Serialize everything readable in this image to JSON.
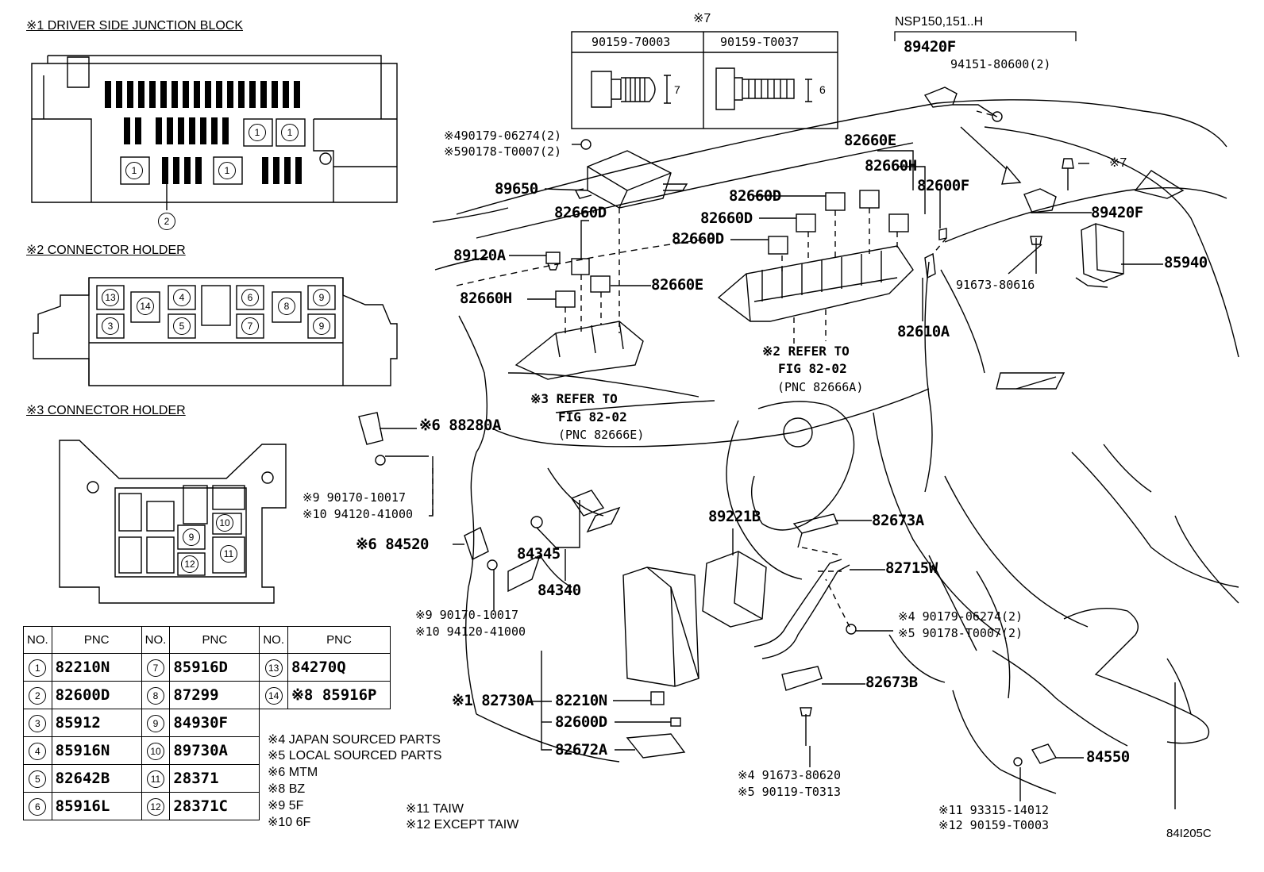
{
  "sections": {
    "s1": "※1 DRIVER SIDE JUNCTION BLOCK",
    "s2": "※2 CONNECTOR HOLDER",
    "s3": "※3 CONNECTOR HOLDER",
    "s7": "※7"
  },
  "bolt_table": {
    "col1": "90159-70003",
    "col2": "90159-T0037",
    "dim1": "7",
    "dim2": "6"
  },
  "markers": {
    "m1": "1",
    "m2": "2",
    "m3": "3",
    "m4": "4",
    "m5": "5",
    "m6": "6",
    "m7": "7",
    "m8": "8",
    "m9": "9",
    "m10": "10",
    "m11": "11",
    "m12": "12",
    "m13": "13",
    "m14": "14"
  },
  "pnc_table": {
    "no_header": "NO.",
    "pnc_header": "PNC",
    "rows": [
      [
        "1",
        "82210N",
        "7",
        "85916D",
        "13",
        "84270Q"
      ],
      [
        "2",
        "82600D",
        "8",
        "87299",
        "14",
        "※8 85916P"
      ],
      [
        "3",
        "85912",
        "9",
        "84930F",
        "",
        ""
      ],
      [
        "4",
        "85916N",
        "10",
        "89730A",
        "",
        ""
      ],
      [
        "5",
        "82642B",
        "11",
        "28371",
        "",
        ""
      ],
      [
        "6",
        "85916L",
        "12",
        "28371C",
        "",
        ""
      ]
    ]
  },
  "notes": {
    "n4": "※4 JAPAN SOURCED PARTS",
    "n5": "※5 LOCAL SOURCED PARTS",
    "n6": "※6 MTM",
    "n8": "※8 BZ",
    "n9": "※9 5F",
    "n10": "※10 6F",
    "n11": "※11 TAIW",
    "n12": "※12 EXCEPT TAIW"
  },
  "callouts": {
    "nsp": "NSP150,151..H",
    "p89420F_top": "89420F",
    "p94151": "94151-80600(2)",
    "p7mark": "※7",
    "p89420F_b": "89420F",
    "p85940": "85940",
    "p91673_80616": "91673-80616",
    "p82660E_top": "82660E",
    "p82660H_top": "82660H",
    "p82600F": "82600F",
    "p82660D_1": "82660D",
    "p82660D_2": "82660D",
    "p82660D_3": "82660D",
    "p82660D_4": "82660D",
    "p82610A": "82610A",
    "ref2_a": "※2 REFER TO",
    "ref2_b": "FIG 82-02",
    "ref2_c": "(PNC 82666A)",
    "p90179_top": "※490179-06274(2)",
    "p90178_top": "※590178-T0007(2)",
    "p89650": "89650",
    "p89120A": "89120A",
    "p82660E_l": "82660E",
    "p82660H_l": "82660H",
    "ref3_a": "※3 REFER TO",
    "ref3_b": "FIG 82-02",
    "ref3_c": "(PNC 82666E)",
    "p88280A": "※6 88280A",
    "p90170_a": "※9  90170-10017",
    "p94120_a": "※10 94120-41000",
    "p84520": "※6 84520",
    "p84345": "84345",
    "p84340": "84340",
    "p90170_b": "※9  90170-10017",
    "p94120_b": "※10 94120-41000",
    "p89221B": "89221B",
    "p82673A": "82673A",
    "p82715W": "82715W",
    "p90179_b": "※4 90179-06274(2)",
    "p90178_b": "※5 90178-T0007(2)",
    "p82673B": "82673B",
    "p82730A": "※1 82730A",
    "p82210N": "82210N",
    "p82600D": "82600D",
    "p82672A": "82672A",
    "p91673_80620": "※4 91673-80620",
    "p90119": "※5 90119-T0313",
    "p93315": "※11 93315-14012",
    "p90159": "※12 90159-T0003",
    "p84550": "84550",
    "figcode": "84I205C"
  }
}
